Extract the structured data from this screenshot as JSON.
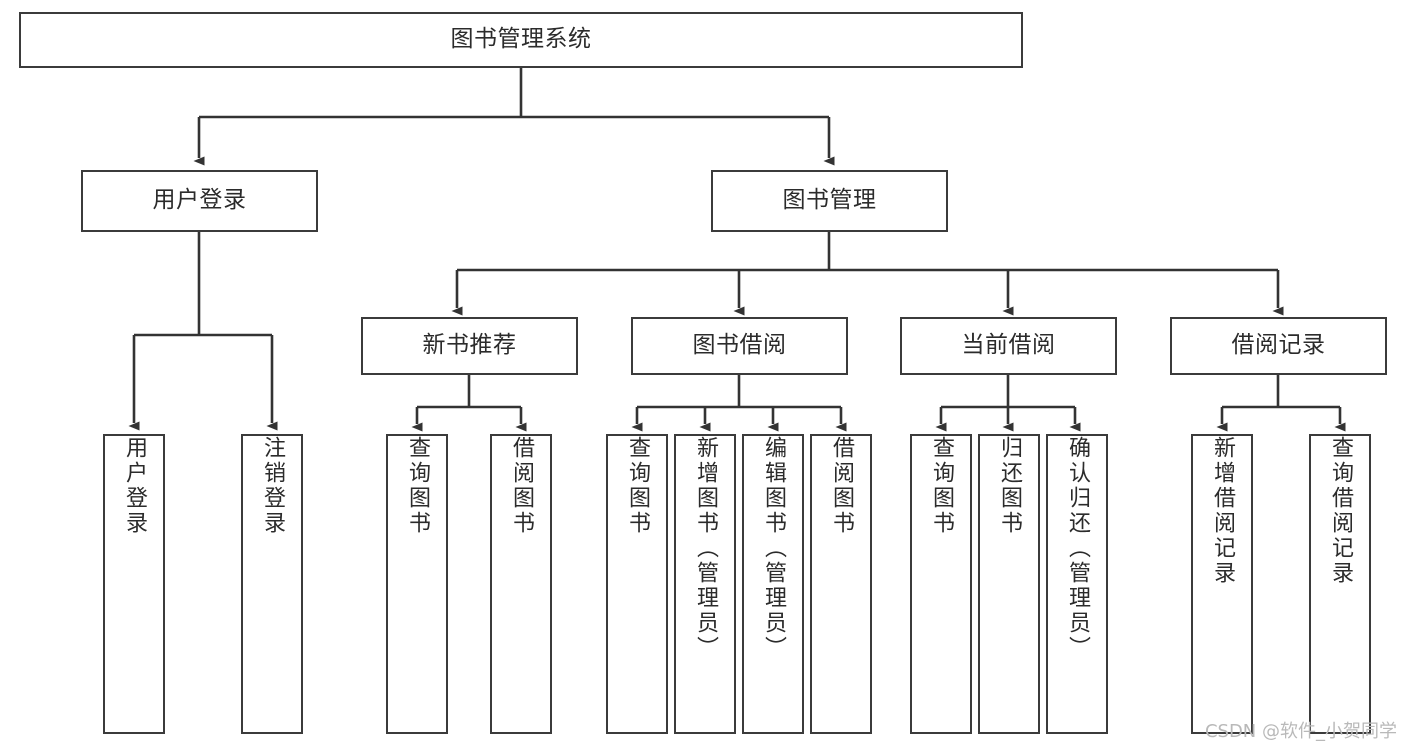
{
  "diagram": {
    "title": "图书管理系统",
    "type": "tree-diagram",
    "colors": {
      "box_border": "#3b3b3b",
      "box_fill": "#ffffff",
      "connector": "#333333",
      "text": "#2b2b2b",
      "watermark": "#b9b9b9",
      "background": "#ffffff"
    },
    "watermark": "CSDN @软件_小贺同学",
    "nodes": {
      "root": {
        "label": "图书管理系统"
      },
      "level1": [
        {
          "label": "用户登录"
        },
        {
          "label": "图书管理"
        }
      ],
      "level2": [
        {
          "label": "新书推荐"
        },
        {
          "label": "图书借阅"
        },
        {
          "label": "当前借阅"
        },
        {
          "label": "借阅记录"
        }
      ],
      "leaves_user_login": [
        {
          "label": "用户登录"
        },
        {
          "label": "注销登录"
        }
      ],
      "leaves_new_book": [
        {
          "label": "查询图书"
        },
        {
          "label": "借阅图书"
        }
      ],
      "leaves_borrow": [
        {
          "label": "查询图书"
        },
        {
          "label": "新增图书（管理员）"
        },
        {
          "label": "编辑图书（管理员）"
        },
        {
          "label": "借阅图书"
        }
      ],
      "leaves_current": [
        {
          "label": "查询图书"
        },
        {
          "label": "归还图书"
        },
        {
          "label": "确认归还（管理员）"
        }
      ],
      "leaves_records": [
        {
          "label": "新增借阅记录"
        },
        {
          "label": "查询借阅记录"
        }
      ]
    }
  }
}
